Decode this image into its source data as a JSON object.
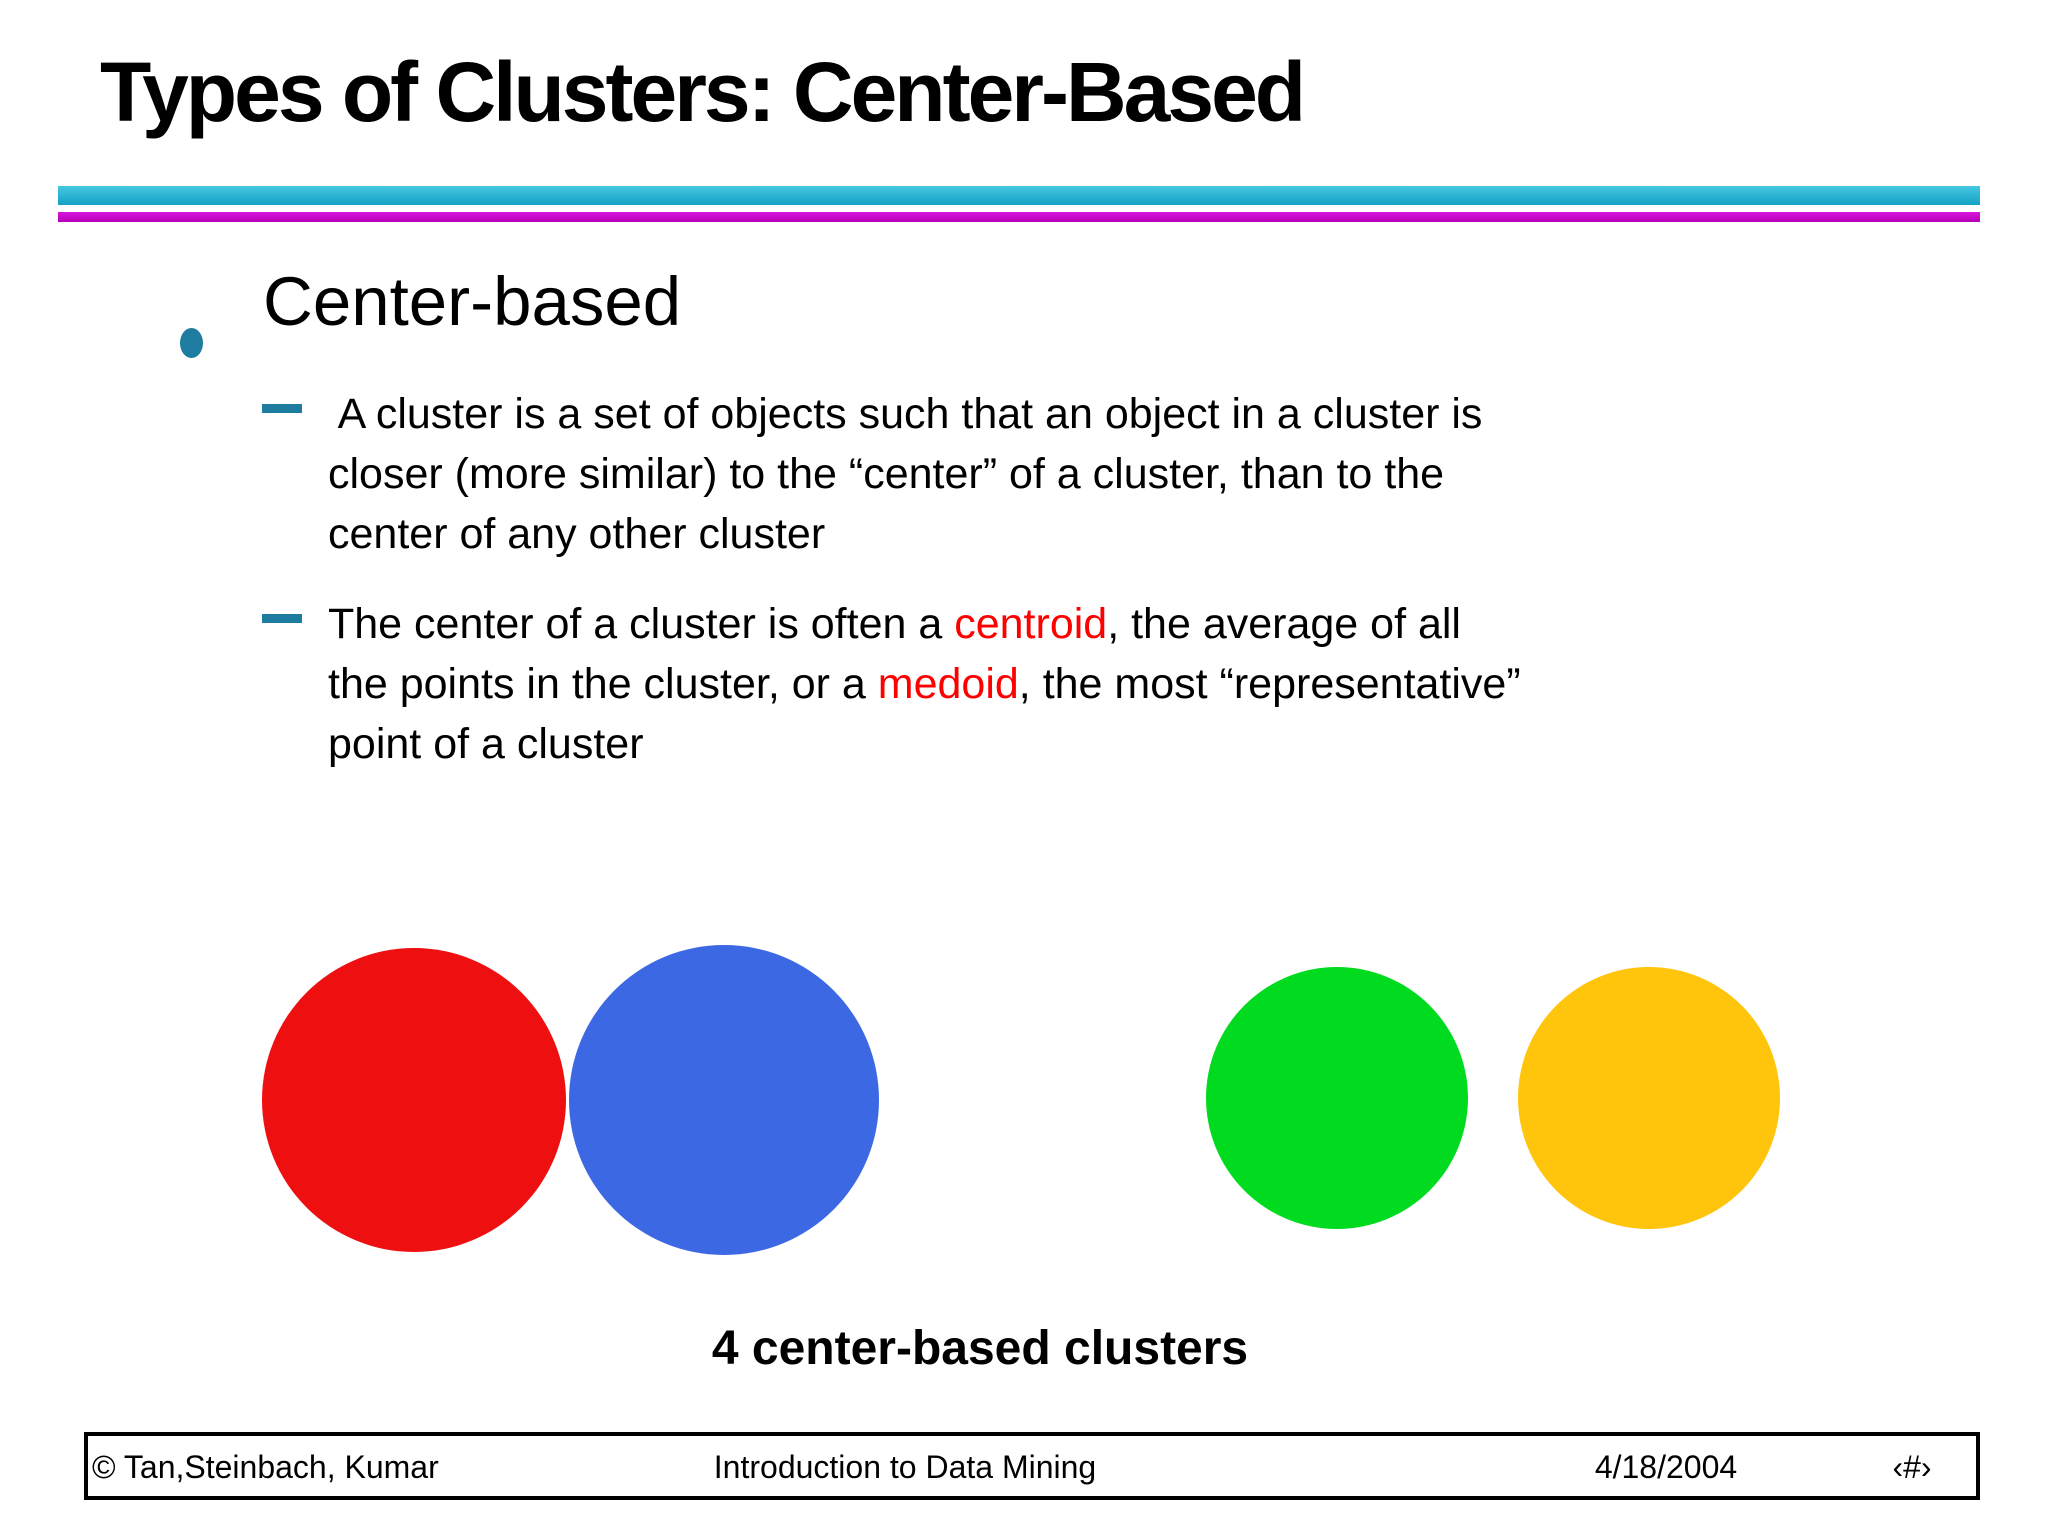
{
  "slide": {
    "title": "Types of Clusters: Center-Based",
    "accent": {
      "teal_line": "#1badd0",
      "magenta_line": "#c90acb",
      "bullet_teal": "#1e7ca0",
      "highlight_red": "#ff0000"
    },
    "bullet_heading": "Center-based",
    "sub_bullets": [
      {
        "lines": [
          [
            {
              "t": " A cluster is a set of objects such that an object in a cluster is"
            }
          ],
          [
            {
              "t": "closer (more similar) to the “center” of a cluster, than to the"
            }
          ],
          [
            {
              "t": "center of any other cluster"
            }
          ]
        ]
      },
      {
        "lines": [
          [
            {
              "t": "The center of a cluster is often a "
            },
            {
              "t": "centroid",
              "red": true
            },
            {
              "t": ", the average of all"
            }
          ],
          [
            {
              "t": "the points in the cluster, or a "
            },
            {
              "t": "medoid",
              "red": true
            },
            {
              "t": ", the most “representative”"
            }
          ],
          [
            {
              "t": "point of a cluster"
            }
          ]
        ]
      }
    ],
    "figure": {
      "circles": [
        {
          "name": "red-cluster",
          "color": "#ee1010"
        },
        {
          "name": "blue-cluster",
          "color": "#3d68e4"
        },
        {
          "name": "green-cluster",
          "color": "#00db1f"
        },
        {
          "name": "gold-cluster",
          "color": "#ffc40c"
        }
      ],
      "caption": "4 center-based clusters"
    },
    "footer": {
      "copyright": "© Tan,Steinbach, Kumar",
      "center": "Introduction to Data Mining",
      "date": "4/18/2004",
      "page": "‹#›"
    }
  }
}
